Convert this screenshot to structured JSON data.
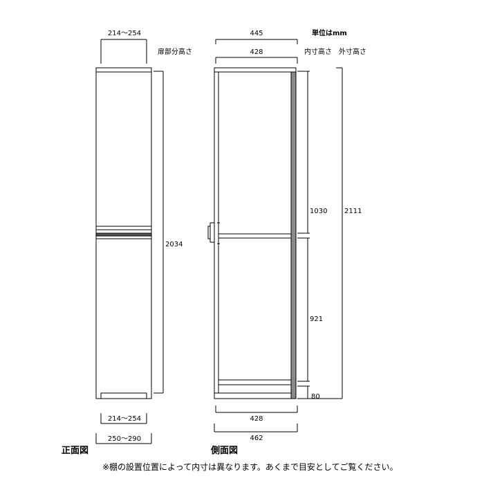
{
  "unit_note": "単位はmm",
  "front_view": {
    "label": "正面図",
    "top_width": "214～254",
    "door_height_label": "扉部分高さ",
    "height": "2034",
    "bottom_inner_width": "214～254",
    "bottom_outer_width": "250～290"
  },
  "side_view": {
    "label": "側面図",
    "outer_depth_top": "445",
    "inner_depth_top": "428",
    "inner_height_label": "内寸高さ",
    "outer_height_label": "外寸高さ",
    "upper_inner_height": "1030",
    "lower_inner_height": "921",
    "base_height": "80",
    "total_height": "2111",
    "inner_depth_bottom": "428",
    "outer_depth_bottom": "462"
  },
  "footnote": "※棚の設置位置によって内寸は異なります。あくまで目安としてご覧ください。",
  "colors": {
    "line": "#000000",
    "side_panel": "#8a8a8a",
    "handle_band": "#555555"
  }
}
